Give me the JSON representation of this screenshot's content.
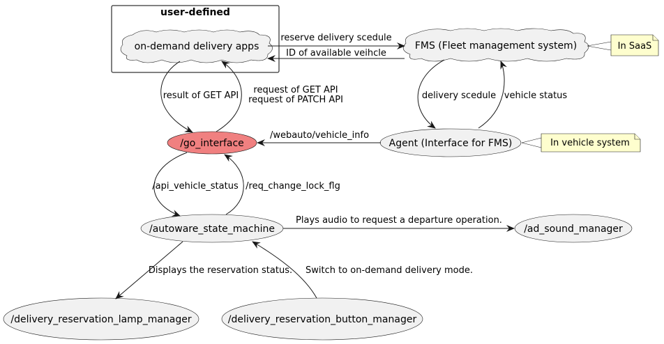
{
  "package": {
    "title": "user-defined"
  },
  "nodes": {
    "ondemand_apps": "on-demand delivery apps",
    "fms": "FMS (Fleet management system)",
    "go_interface": "/go_interface",
    "agent": "Agent (Interface for FMS)",
    "autoware_state_machine": "/autoware_state_machine",
    "ad_sound_manager": "/ad_sound_manager",
    "lamp_manager": "/delivery_reservation_lamp_manager",
    "button_manager": "/delivery_reservation_button_manager"
  },
  "notes": {
    "saas": "In SaaS",
    "vehicle_system": "In vehicle system"
  },
  "edges": {
    "reserve": "reserve delivery scedule",
    "id_available": "ID of available veihcle",
    "result_get": "result of GET API",
    "request_get": "request of GET API",
    "request_patch": "request of PATCH API",
    "delivery_scedule": "delivery scedule",
    "vehicle_status": "vehicle status",
    "webauto": "/webauto/vehicle_info",
    "api_vehicle_status": "/api_vehicle_status",
    "req_change_lock": "/req_change_lock_flg",
    "plays_audio": "Plays audio to request a departure operation.",
    "displays": "Displays the reservation status.",
    "switch_mode": "Switch to on-demand delivery mode."
  }
}
